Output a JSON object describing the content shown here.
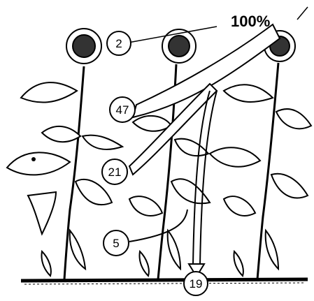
{
  "diagram": {
    "total_label": "100%",
    "labels": [
      {
        "id": "flowers",
        "text": "2"
      },
      {
        "id": "leaves",
        "text": "47"
      },
      {
        "id": "stem",
        "text": "21"
      },
      {
        "id": "lower-stem",
        "text": "5"
      },
      {
        "id": "ground",
        "text": "19"
      }
    ]
  }
}
